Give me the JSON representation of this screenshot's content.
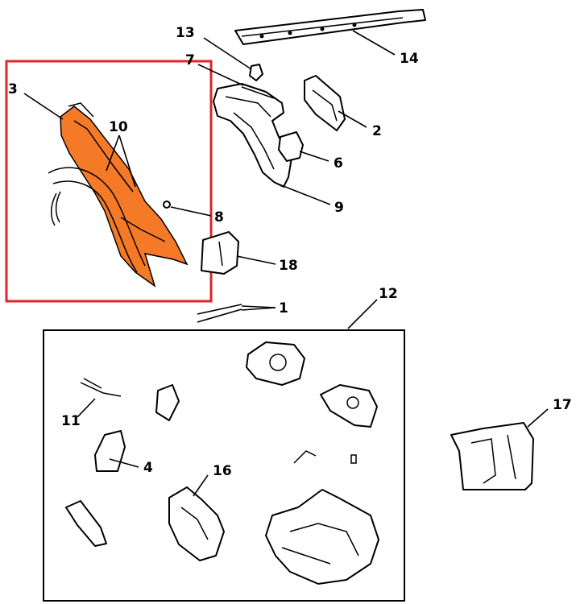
{
  "callouts": {
    "c1": "1",
    "c2": "2",
    "c3": "3",
    "c4": "4",
    "c6": "6",
    "c7": "7",
    "c8": "8",
    "c9": "9",
    "c10": "10",
    "c11": "11",
    "c12": "12",
    "c13": "13",
    "c14": "14",
    "c16": "16",
    "c17": "17",
    "c18": "18"
  },
  "colors": {
    "highlight_frame": "#e0262a",
    "highlight_part": "#f47a28"
  },
  "highlighted_part": "3"
}
